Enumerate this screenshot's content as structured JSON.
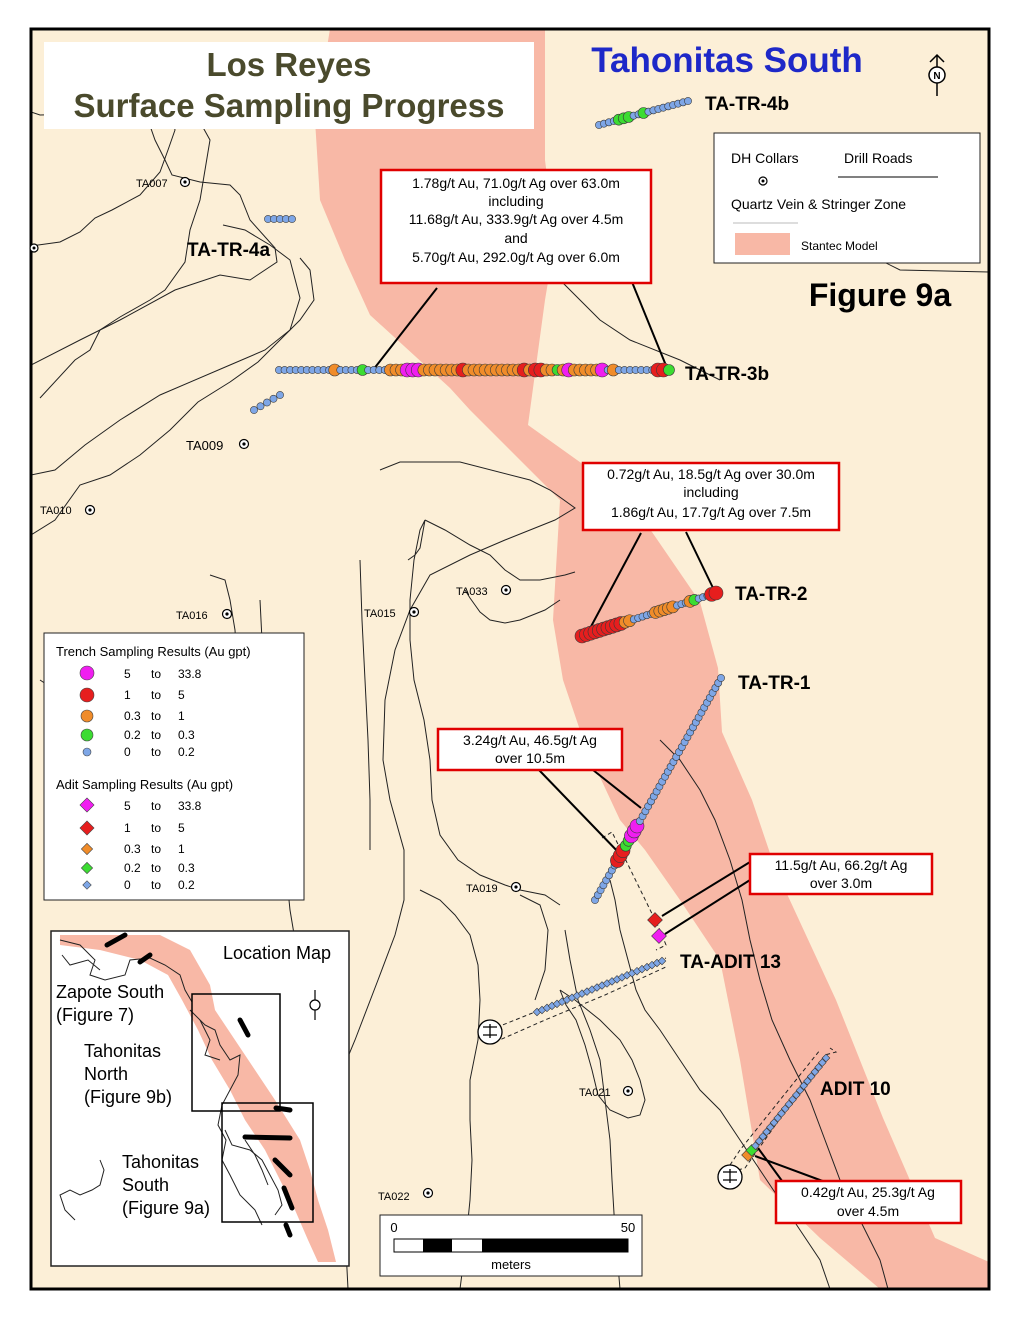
{
  "title": {
    "line1": "Los Reyes",
    "line2": "Surface Sampling Progress"
  },
  "area_title": "Tahonitas South",
  "figure_label": "Figure 9a",
  "north_arrow_label": "N",
  "colors": {
    "background": "#FCEFD7",
    "vein_zone": "#F8B8A6",
    "title_text": "#4A4A2C",
    "area_title_text": "#1E28C8",
    "callout_border": "#E00000",
    "grade_5_to_33_8": "#F01EF0",
    "grade_1_to_5": "#E61E1E",
    "grade_0_3_to_1": "#F08C2A",
    "grade_0_2_to_0_3": "#3CDC32",
    "grade_0_to_0_2": "#7EA6E6"
  },
  "legend_top": {
    "dh_collars": "DH Collars",
    "drill_roads": "Drill Roads",
    "quartz_vein": "Quartz Vein & Stringer Zone",
    "stantec_model": "Stantec Model"
  },
  "legend_results": {
    "trench_title": "Trench Sampling Results (Au gpt)",
    "adit_title": "Adit Sampling Results (Au gpt)",
    "classes": [
      {
        "from": "5",
        "to_word": "to",
        "to": "33.8"
      },
      {
        "from": "1",
        "to_word": "to",
        "to": "5"
      },
      {
        "from": "0.3",
        "to_word": "to",
        "to": "1"
      },
      {
        "from": "0.2",
        "to_word": "to",
        "to": "0.3"
      },
      {
        "from": "0",
        "to_word": "to",
        "to": "0.2"
      }
    ]
  },
  "trenches": [
    {
      "label": "TA-TR-4b"
    },
    {
      "label": "TA-TR-4a"
    },
    {
      "label": "TA-TR-3b"
    },
    {
      "label": "TA-TR-2"
    },
    {
      "label": "TA-TR-1"
    },
    {
      "label": "TA-ADIT 13"
    },
    {
      "label": "ADIT 10"
    }
  ],
  "drill_holes": [
    "TA007",
    "TA009",
    "TA010",
    "TA016",
    "TA015",
    "TA033",
    "TA019",
    "TA021",
    "TA022"
  ],
  "callouts": {
    "tr3b": [
      "1.78g/t Au, 71.0g/t Ag over 63.0m",
      "including",
      "11.68g/t Au, 333.9g/t Ag over 4.5m",
      "and",
      "5.70g/t Au, 292.0g/t Ag over 6.0m"
    ],
    "tr2": [
      "0.72g/t Au, 18.5g/t Ag over 30.0m",
      "including",
      "1.86g/t Au, 17.7g/t Ag over 7.5m"
    ],
    "tr1": [
      "3.24g/t Au, 46.5g/t Ag",
      "over 10.5m"
    ],
    "adit13": [
      "11.5g/t Au, 66.2g/t Ag",
      "over 3.0m"
    ],
    "adit10": [
      "0.42g/t Au, 25.3g/t Ag",
      "over 4.5m"
    ]
  },
  "location_map": {
    "title": "Location Map",
    "labels": {
      "zapote_1": "Zapote South",
      "zapote_2": "(Figure 7)",
      "tn_1": "Tahonitas",
      "tn_2": "North",
      "tn_3": "(Figure 9b)",
      "ts_1": "Tahonitas",
      "ts_2": "South",
      "ts_3": "(Figure 9a)"
    }
  },
  "scale_bar": {
    "min": "0",
    "max": "50",
    "unit": "meters"
  }
}
